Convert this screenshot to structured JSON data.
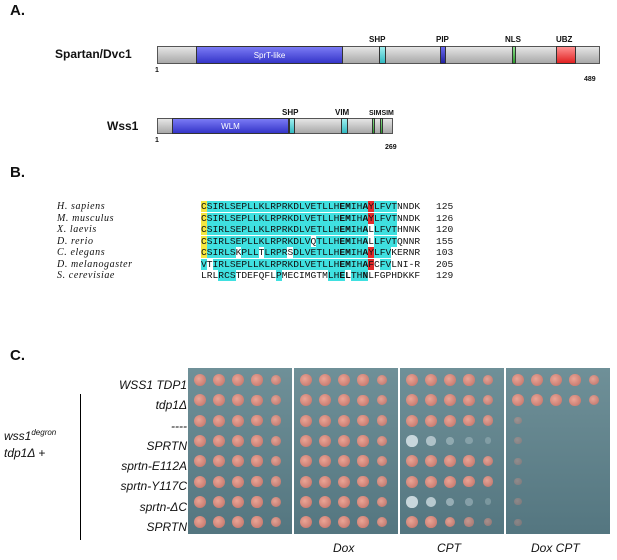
{
  "panels": {
    "a": "A.",
    "b": "B.",
    "c": "C."
  },
  "spartan": {
    "name": "Spartan/Dvc1",
    "start": "1",
    "end": "489",
    "domains": {
      "sprt": "SprT-like",
      "shp": "SHP",
      "pip": "PIP",
      "nls": "NLS",
      "ubz": "UBZ"
    }
  },
  "wss1": {
    "name": "Wss1",
    "start": "1",
    "end": "269",
    "domains": {
      "wlm": "WLM",
      "shp": "SHP",
      "vim": "VIM",
      "sim": "SIMSIM"
    }
  },
  "alignment": {
    "species": [
      "H. sapiens",
      "M. musculus",
      "X. laevis",
      "D. rerio",
      "C. elegans",
      "D. melanogaster",
      "S. cerevisiae"
    ],
    "sequences": [
      "CSIRLSEPLLKLRPRKDLVETLLHEMIHAYLFVTNNDK",
      "CSIRLSEPLLKLRPRKDLVETLLHEMIHAYLFVTNNDK",
      "CSIRLSEPLLKLRPRKDLVETLLHEMIHALLFVTHNNK",
      "CSIRLSEPLLKLRPRKDLVQTLLHEMIHALLFVTQNNR",
      "CSIRLSKPLLTLRPRSDLVETLLHEMIHAYLFVKERNR",
      "VTIRLSEPLLKLRPRKDLVETLLHEMIHAFCFVLNI-R",
      "LRLRCSTDEFQFLPMECIMGTMLHELTHNLFGPHDKKF"
    ],
    "ends": [
      "125",
      "126",
      "120",
      "155",
      "103",
      "205",
      "129"
    ]
  },
  "spot_assay": {
    "strains": [
      "WSS1 TDP1",
      "tdp1Δ",
      "----",
      "SPRTN",
      "sprtn-E112A",
      "sprtn-Y117C",
      "sprtn-ΔC",
      "SPRTN"
    ],
    "group_label_line1": "wss1",
    "group_label_sup": "degron",
    "group_label_line2": "tdp1Δ +",
    "conditions": [
      "",
      "Dox",
      "CPT",
      "Dox CPT"
    ]
  }
}
